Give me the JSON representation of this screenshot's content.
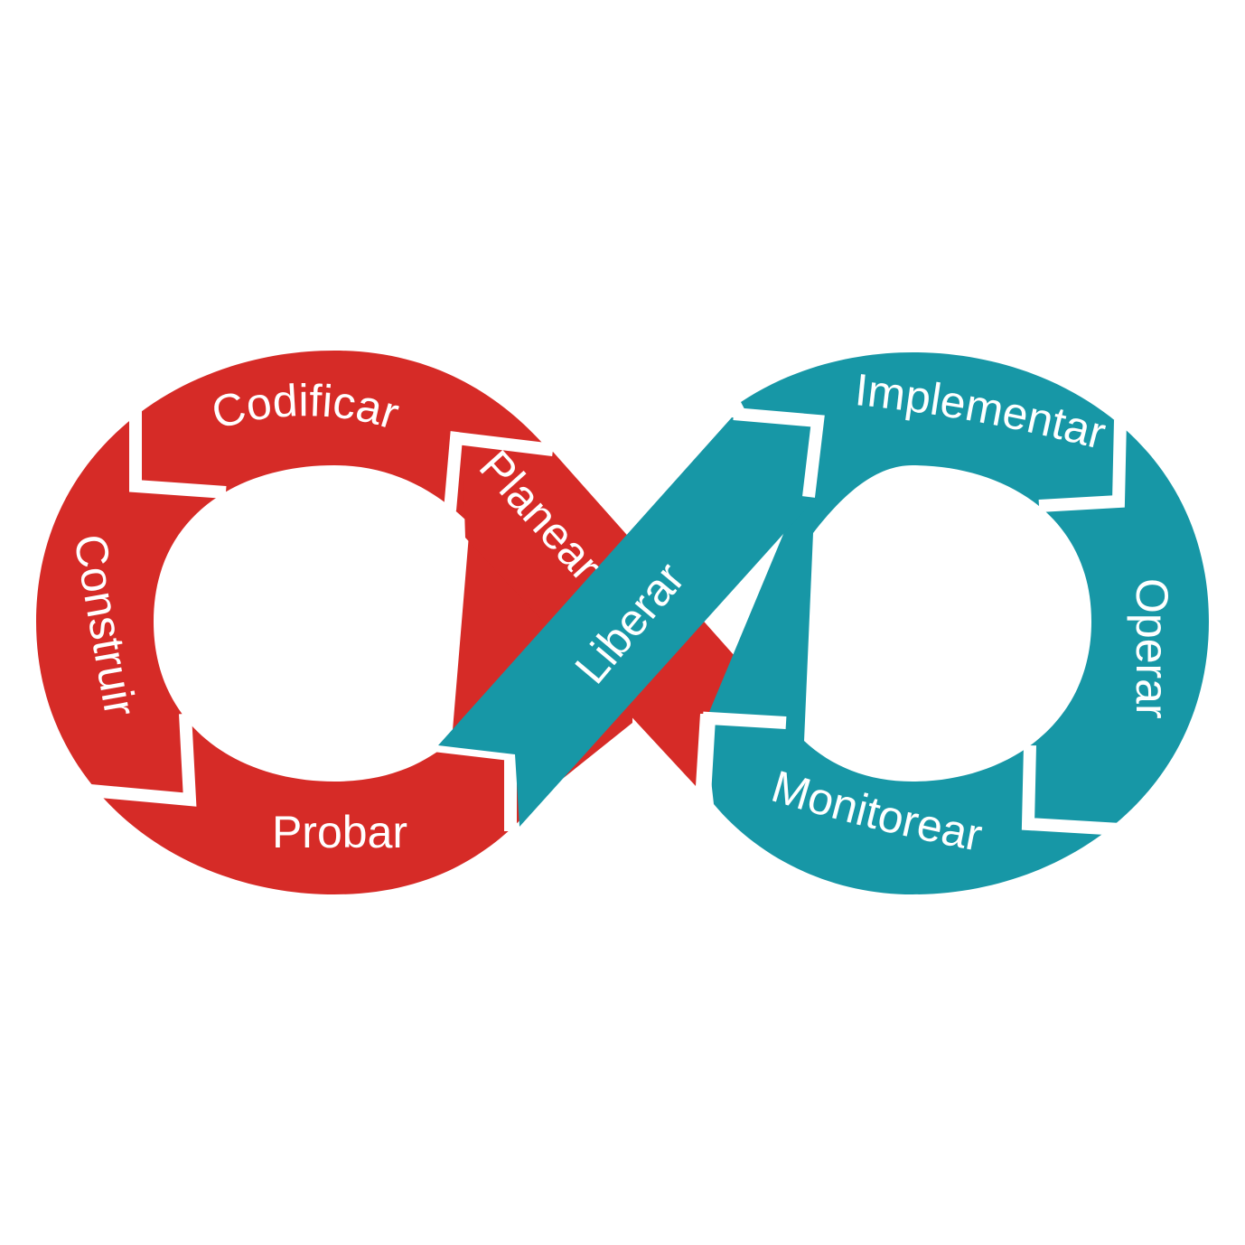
{
  "colors": {
    "background": "#ffffff",
    "dev_loop": "#d62b27",
    "ops_loop": "#1797a6",
    "separator": "#ffffff",
    "label": "#ffffff"
  },
  "dev_stages": {
    "planear": "Planear",
    "codificar": "Codificar",
    "construir": "Construir",
    "probar": "Probar"
  },
  "ops_stages": {
    "liberar": "Liberar",
    "implementar": "Implementar",
    "operar": "Operar",
    "monitorear": "Monitorear"
  }
}
